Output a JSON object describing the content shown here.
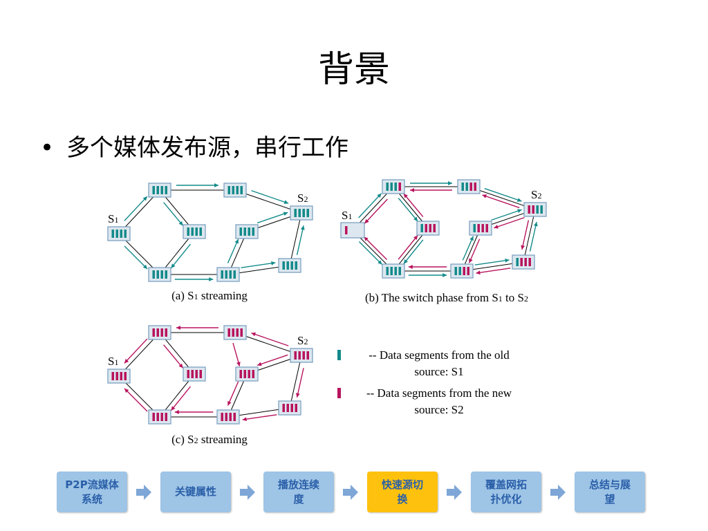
{
  "slide": {
    "title": "背景",
    "bullet": "多个媒体发布源，串行工作"
  },
  "diagram": {
    "colors": {
      "old": "#138a8a",
      "new": "#b8135d",
      "node_border": "#7da2c1",
      "node_fill": "#dde7ef"
    },
    "panels": [
      {
        "id": "a",
        "caption": "(a) S1 streaming",
        "source_labels": [
          "S1",
          "S2"
        ]
      },
      {
        "id": "b",
        "caption": "(b) The switch phase from S1 to S2",
        "source_labels": [
          "S1",
          "S2"
        ]
      },
      {
        "id": "c",
        "caption": "(c) S2 streaming",
        "source_labels": [
          "S1",
          "S2"
        ]
      }
    ],
    "legend": [
      {
        "color": "old",
        "text_line1": "-- Data segments from the old",
        "text_line2": "source: S1"
      },
      {
        "color": "new",
        "text_line1": "-- Data segments from the new",
        "text_line2": "source: S2"
      }
    ]
  },
  "nav": {
    "items": [
      {
        "label": "P2P流媒体系统",
        "line1": "P2P流媒体",
        "line2": "系统",
        "active": false
      },
      {
        "label": "关键属性",
        "line1": "关键属性",
        "line2": "",
        "active": false
      },
      {
        "label": "播放连续度",
        "line1": "播放连续",
        "line2": "度",
        "active": false
      },
      {
        "label": "快速源切换",
        "line1": "快速源切",
        "line2": "换",
        "active": true
      },
      {
        "label": "覆盖网拓扑优化",
        "line1": "覆盖网拓",
        "line2": "扑优化",
        "active": false
      },
      {
        "label": "总结与展望",
        "line1": "总结与展",
        "line2": "望",
        "active": false
      }
    ]
  }
}
